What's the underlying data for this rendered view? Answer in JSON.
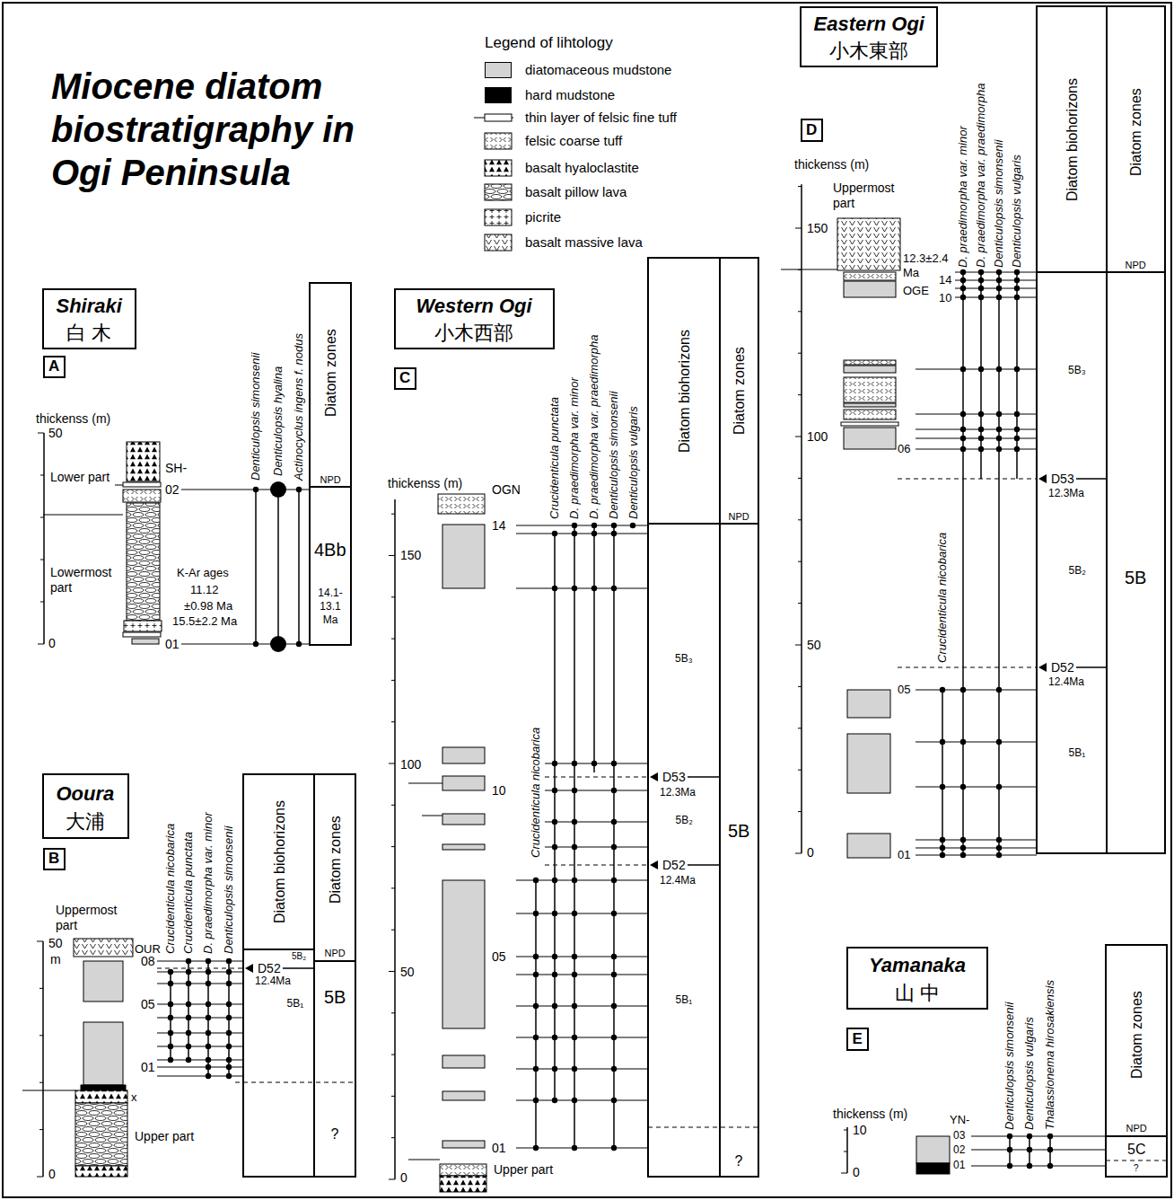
{
  "diagram": {
    "title": "Miocene diatom biostratigraphy in Ogi Peninsula",
    "nodes": [
      {
        "text": [
          "Shiraki",
          "白 木"
        ]
      },
      {
        "text": [
          "A"
        ]
      },
      {
        "text": [
          "Diatom zones",
          "NPD"
        ]
      },
      {
        "text": [
          "4Bb",
          "14.1-13.1 Ma"
        ]
      },
      {
        "text": [
          "Ooura",
          "大浦"
        ]
      },
      {
        "text": [
          "B"
        ]
      },
      {
        "text": [
          "Diatom biohorizons"
        ]
      },
      {
        "text": [
          "5B₂",
          "D52",
          "12.4Ma",
          "5B₁"
        ]
      },
      {
        "text": [
          "Diatom zones",
          "NPD"
        ]
      },
      {
        "text": [
          "5B",
          "?"
        ]
      },
      {
        "text": [
          "Western Ogi",
          "小木西部"
        ]
      },
      {
        "text": [
          "C"
        ]
      },
      {
        "text": [
          "Diatom biohorizons"
        ]
      },
      {
        "text": [
          "5B₃",
          "D53",
          "12.3Ma",
          "5B₂",
          "D52",
          "12.4Ma",
          "5B₁"
        ]
      },
      {
        "text": [
          "Diatom zones",
          "NPD"
        ]
      },
      {
        "text": [
          "5B",
          "?"
        ]
      },
      {
        "text": [
          "Eastern Ogi",
          "小木東部"
        ]
      },
      {
        "text": [
          "D"
        ]
      },
      {
        "text": [
          "Diatom biohorizons"
        ]
      },
      {
        "text": [
          "5B₃",
          "D53",
          "12.3Ma",
          "5B₂",
          "D52",
          "12.4Ma",
          "5B₁"
        ]
      },
      {
        "text": [
          "Diatom zones",
          "NPD"
        ]
      },
      {
        "text": [
          "5B"
        ]
      },
      {
        "text": [
          "Yamanaka",
          "山 中"
        ]
      },
      {
        "text": [
          "E"
        ]
      },
      {
        "text": [
          "Diatom zones",
          "NPD"
        ]
      },
      {
        "text": [
          "5C",
          "?"
        ]
      }
    ],
    "labels": [
      "Legend of lihtology",
      "thickenss (m)",
      "50",
      "0",
      "Lower part",
      "Lowermost part",
      "SH-",
      "02",
      "01",
      "K-Ar ages",
      "11.12",
      "±0.98 Ma",
      "15.5±2.2 Ma",
      "Denticulopsis simonsenii",
      "Denticulopsis hyalina",
      "Actinocyclus ingens f. nodus",
      "50",
      "m",
      "0",
      "Uppermost part",
      "OUR",
      "08",
      "05",
      "01",
      "x",
      "Upper part",
      "Crucidenticula nicobarica",
      "Crucidenticula punctata",
      "D. praedimorpha var. minor",
      "Denticulopsis simonsenii",
      "thickenss (m)",
      "150",
      "100",
      "50",
      "0",
      "OGN",
      "14",
      "10",
      "05",
      "01",
      "Upper part",
      "Crucidenticula nicobarica",
      "Crucidenticula punctata",
      "D. praedimorpha var. minor",
      "D. praedimorpha var. praedimorpha",
      "Denticulopsis simonsenii",
      "Denticulopsis vulgaris",
      "thickenss (m)",
      "150",
      "100",
      "50",
      "0",
      "Uppermost part",
      "12.3±2.4 Ma",
      "OGE",
      "14",
      "10",
      "06",
      "05",
      "01",
      "Crucidenticula nicobarica",
      "D. praedimorpha var. minor",
      "D. praedimorpha var. praedimorpha",
      "Denticulopsis simonsenii",
      "Denticulopsis vulgaris",
      "thickenss (m)",
      "10",
      "0",
      "YN-",
      "03",
      "02",
      "01",
      "Denticulopsis simonsenii",
      "Denticulopsis vulgaris",
      "Thalassionema hirosakiensis"
    ],
    "legend": [
      {
        "text": "diatomaceous mudstone",
        "color": "#d4d4d4"
      },
      {
        "text": "hard mudstone",
        "color": "#000000"
      },
      {
        "text": "thin layer of felsic fine tuff"
      },
      {
        "text": "felsic coarse tuff"
      },
      {
        "text": "basalt hyaloclastite"
      },
      {
        "text": "basalt pillow lava"
      },
      {
        "text": "picrite"
      },
      {
        "text": "basalt massive lava"
      }
    ]
  }
}
